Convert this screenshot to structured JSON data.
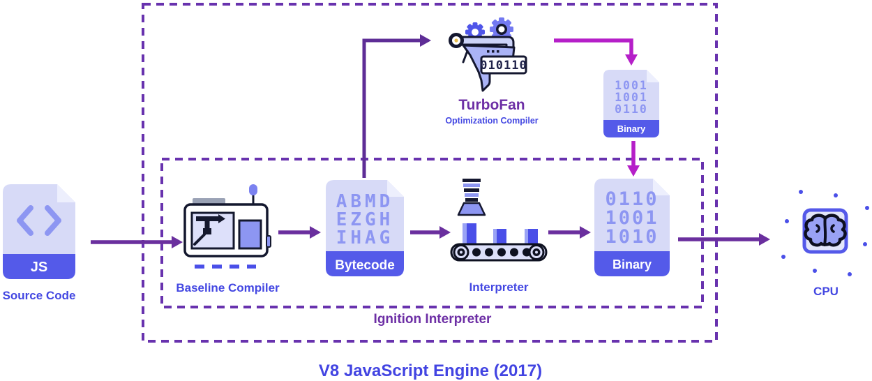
{
  "title": "V8 JavaScript Engine (2017)",
  "groups": {
    "ignition": {
      "label": "Ignition Interpreter"
    }
  },
  "nodes": {
    "source": {
      "label": "Source Code",
      "badge": "JS"
    },
    "baseline_compiler": {
      "label": "Baseline Compiler"
    },
    "bytecode": {
      "label": "Bytecode",
      "lines": [
        "ABMD",
        "EZGH",
        "IHAG"
      ]
    },
    "interpreter": {
      "label": "Interpreter"
    },
    "binary": {
      "label": "Binary",
      "lines": [
        "0110",
        "1001",
        "1010"
      ]
    },
    "turbofan": {
      "label": "TurboFan",
      "sublabel": "Optimization Compiler",
      "icon_text": "010110"
    },
    "optimized_binary": {
      "label": "Binary",
      "lines": [
        "1001",
        "1001",
        "0110"
      ]
    },
    "cpu": {
      "label": "CPU"
    }
  },
  "icons": {
    "source": "js-file-icon",
    "baseline_compiler": "compiler-machine-icon",
    "bytecode": "bytecode-file-icon",
    "interpreter": "conveyor-belt-icon",
    "binary": "binary-file-icon",
    "turbofan": "turbofan-funnel-gears-icon",
    "optimized_binary": "binary-file-icon",
    "cpu": "cpu-brain-chip-icon"
  },
  "colors": {
    "arrow_purple": "#6A2F9E",
    "arrow_magenta": "#B51FC8",
    "dashed_border": "#6832AE",
    "label_blue": "#4347E2",
    "label_purple": "#6D2FA5",
    "band_blue": "#545AE9",
    "file_body": "#D7DAF7",
    "file_fold": "#EDEFFD",
    "periwinkle": "#8D96F2",
    "box_blue": "#4A4FE8"
  }
}
